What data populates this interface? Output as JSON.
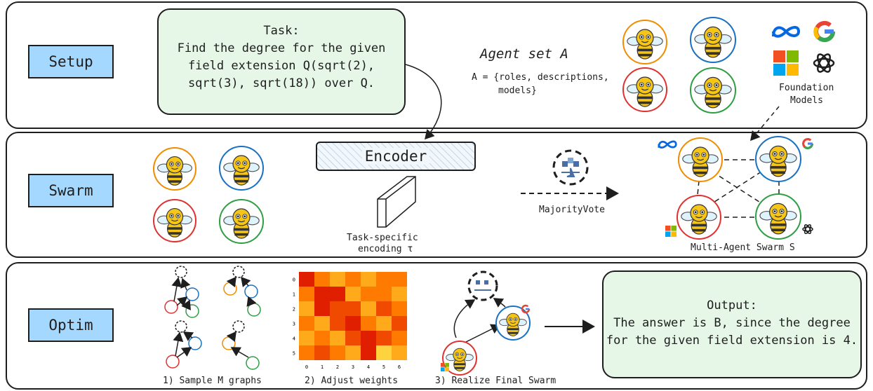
{
  "stages": {
    "setup": "Setup",
    "swarm": "Swarm",
    "optim": "Optim"
  },
  "task": {
    "heading": "Task:",
    "lines": [
      "Find the degree for the given",
      "field extension Q(sqrt(2),",
      "sqrt(3), sqrt(18)) over Q."
    ]
  },
  "agent_set": {
    "title": "Agent set A",
    "lines": [
      "A = {roles, descriptions,",
      "models}"
    ]
  },
  "foundation_models": {
    "lines": [
      "Foundation",
      "Models"
    ],
    "logos": [
      "meta-logo",
      "google-logo",
      "microsoft-logo",
      "openai-logo"
    ]
  },
  "encoder": {
    "label": "Encoder",
    "caption": [
      "Task-specific",
      "encoding τ"
    ]
  },
  "majority_vote": "MajorityVote",
  "swarm_caption": "Multi-Agent Swarm S",
  "steps": [
    "1) Sample M graphs",
    "2) Adjust weights",
    "3) Realize Final Swarm"
  ],
  "heatmap_ticks": {
    "x": [
      "0",
      "1",
      "2",
      "3",
      "4",
      "5",
      "6"
    ],
    "y": [
      "0",
      "1",
      "2",
      "3",
      "4",
      "5"
    ]
  },
  "output": {
    "heading": "Output:",
    "lines": [
      "The answer is B, since the degree",
      "for the given field extension is 4."
    ]
  },
  "colors": {
    "orange": "#f08c00",
    "blue": "#1971c2",
    "red": "#e03131",
    "green": "#2f9e44",
    "label_bg": "#a5d8ff",
    "box_bg": "#e6f6e7"
  }
}
